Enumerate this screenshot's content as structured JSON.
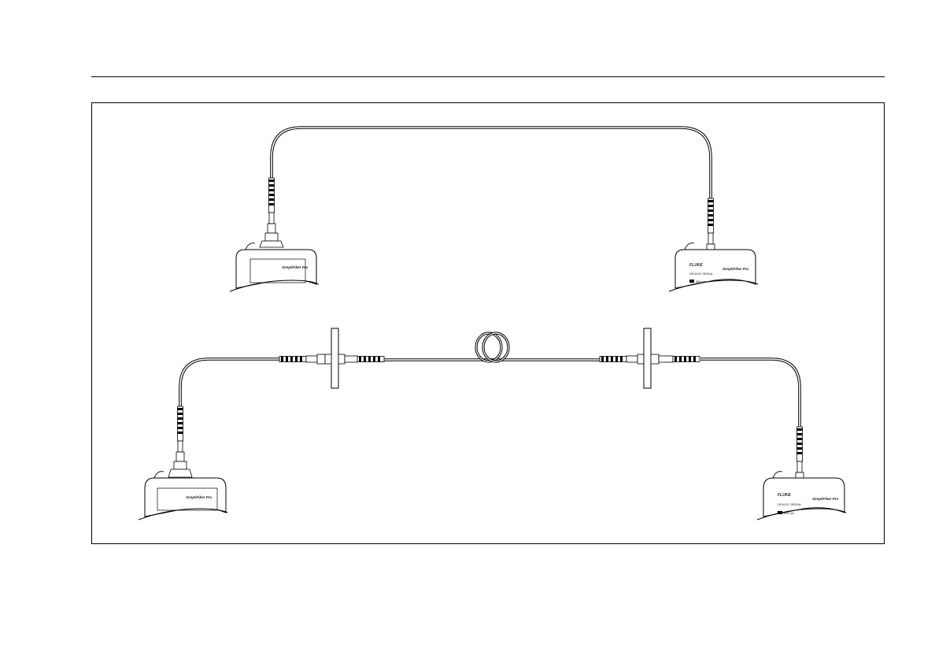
{
  "devices": [
    {
      "id": "top-left",
      "brand": "",
      "model": "SimpliFiber Pro",
      "serial": "",
      "wavelength": ""
    },
    {
      "id": "top-right",
      "brand": "FLUKE",
      "model": "SimpliFiber Pro",
      "serial": "DEVICE SERIAL",
      "wavelength": "850 nm"
    },
    {
      "id": "bottom-left",
      "brand": "",
      "model": "SimpliFiber Pro",
      "serial": "",
      "wavelength": ""
    },
    {
      "id": "bottom-right",
      "brand": "FLUKE",
      "model": "SimpliFiber Pro",
      "serial": "DEVICE SERIAL",
      "wavelength": "850 nm"
    }
  ],
  "colors": {
    "line": "#000000",
    "fill": "#ffffff",
    "shade": "#dddddd"
  }
}
